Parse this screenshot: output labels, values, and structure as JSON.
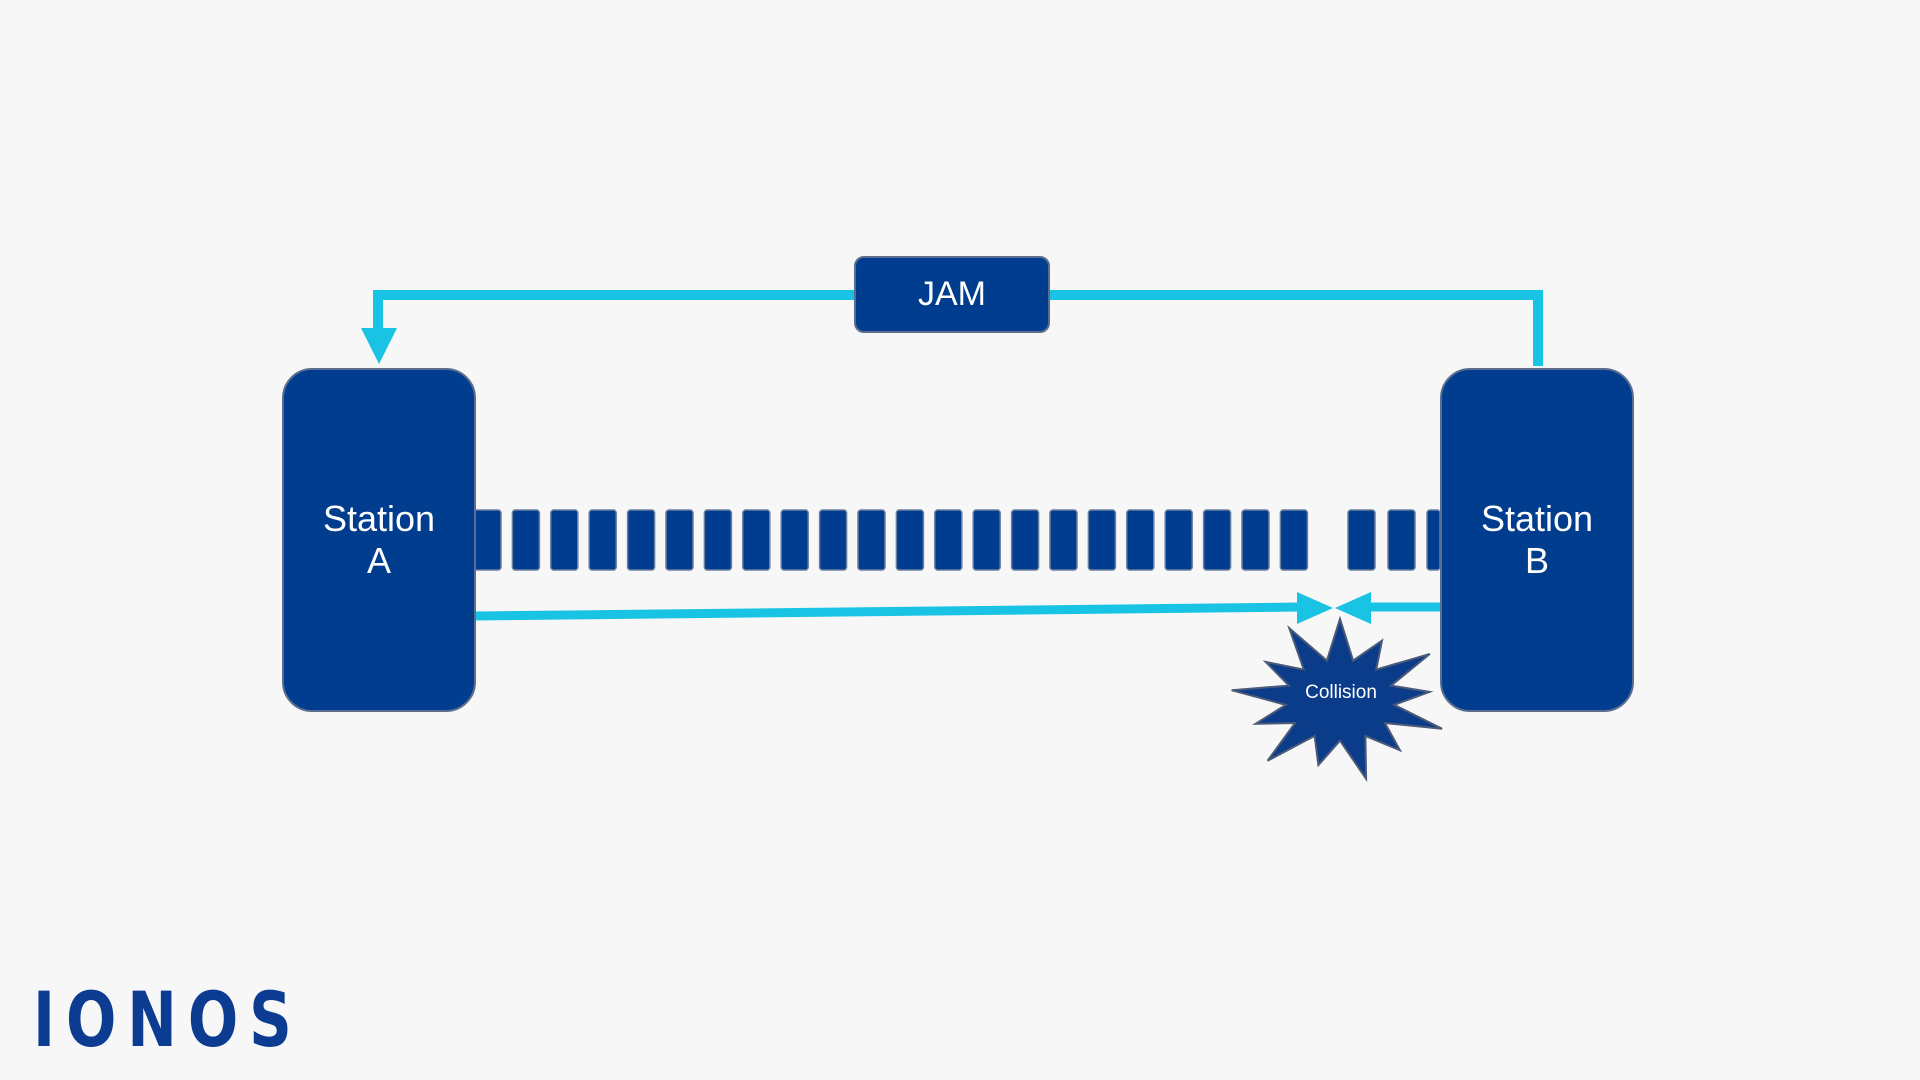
{
  "jam": {
    "label": "JAM"
  },
  "stations": {
    "a": {
      "line1": "Station",
      "line2": "A"
    },
    "b": {
      "line1": "Station",
      "line2": "B"
    }
  },
  "collision": {
    "label": "Collision"
  },
  "logo": {
    "text": "IONOS"
  },
  "colors": {
    "background": "#f7f7f8",
    "box": "#003d8f",
    "arrow": "#19c3e3",
    "logo": "#0b3c91"
  }
}
